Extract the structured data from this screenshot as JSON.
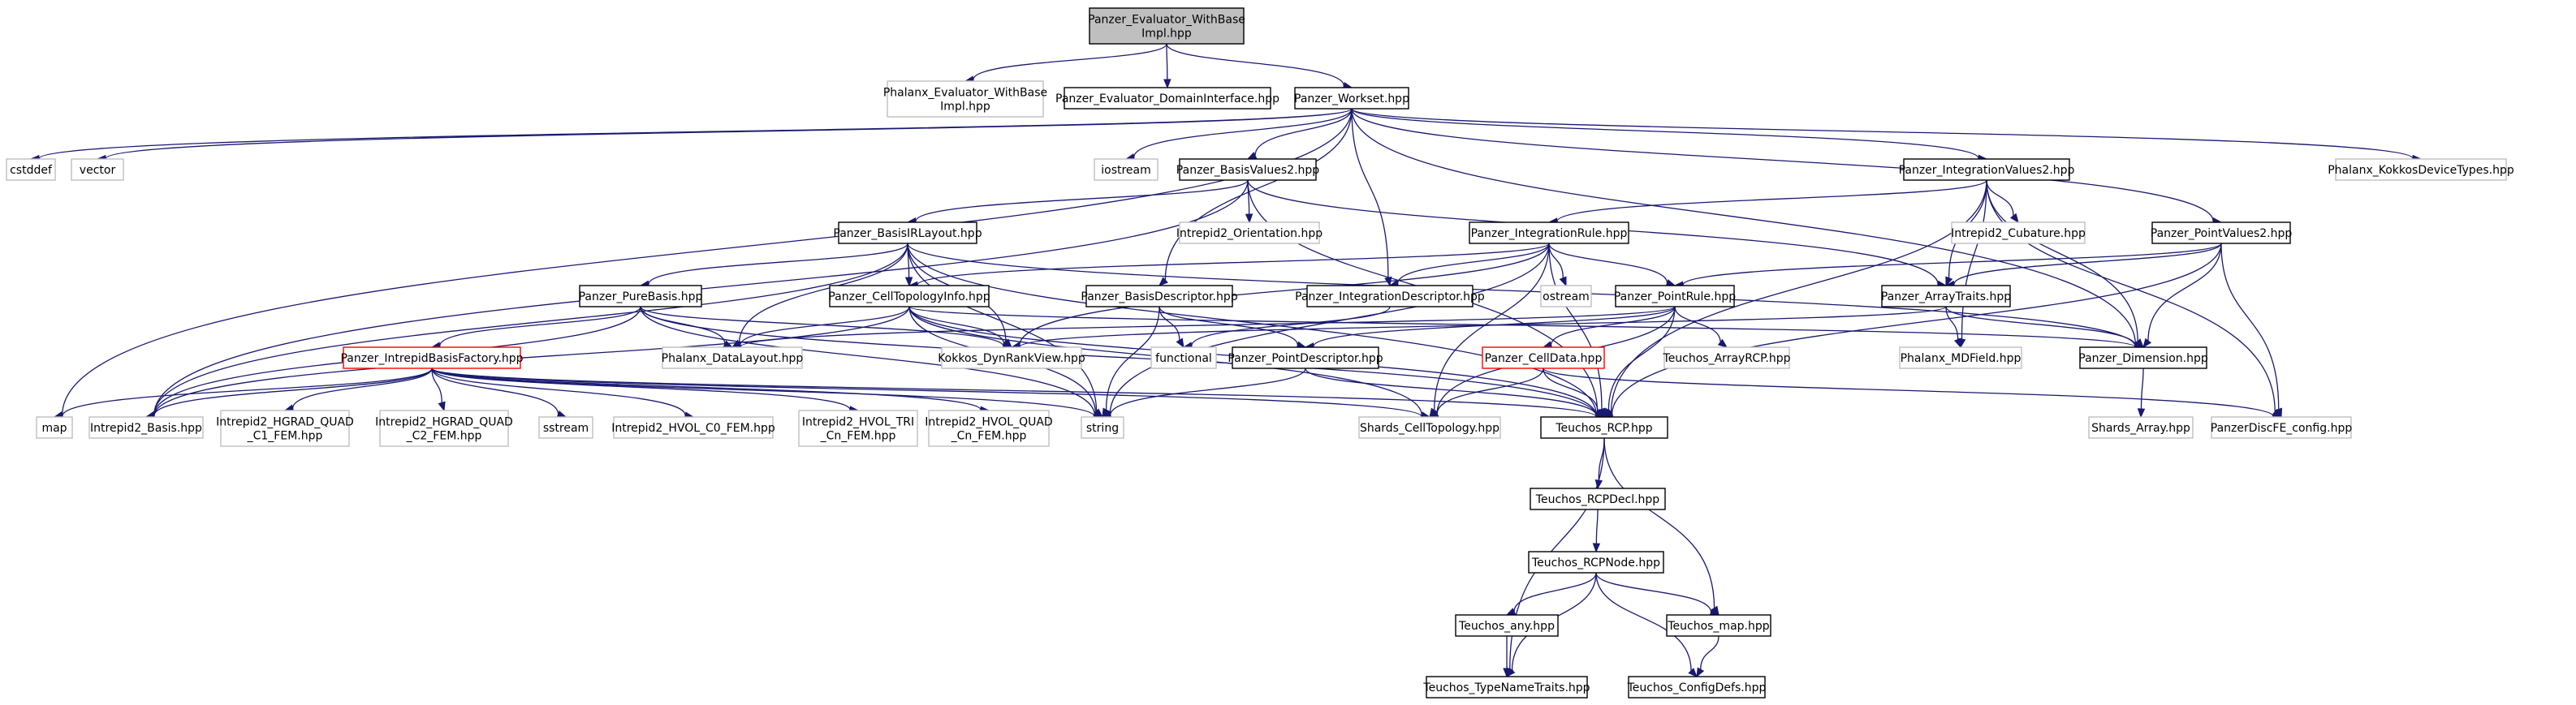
{
  "diagram": {
    "nodes": [
      {
        "id": "main",
        "kind": "main",
        "lines": [
          "Panzer_Evaluator_WithBase",
          "Impl.hpp"
        ]
      },
      {
        "id": "phal_eval",
        "kind": "sys",
        "lines": [
          "Phalanx_Evaluator_WithBase",
          "Impl.hpp"
        ]
      },
      {
        "id": "domif",
        "kind": "doc",
        "lines": [
          "Panzer_Evaluator_DomainInterface.hpp"
        ]
      },
      {
        "id": "workset",
        "kind": "doc",
        "lines": [
          "Panzer_Workset.hpp"
        ]
      },
      {
        "id": "cstddef",
        "kind": "sys",
        "lines": [
          "cstddef"
        ]
      },
      {
        "id": "vector",
        "kind": "sys",
        "lines": [
          "vector"
        ]
      },
      {
        "id": "iostream",
        "kind": "sys",
        "lines": [
          "iostream"
        ]
      },
      {
        "id": "basisvalues2",
        "kind": "doc",
        "lines": [
          "Panzer_BasisValues2.hpp"
        ]
      },
      {
        "id": "intvalues2",
        "kind": "doc",
        "lines": [
          "Panzer_IntegrationValues2.hpp"
        ]
      },
      {
        "id": "kokkosdevtypes",
        "kind": "sys",
        "lines": [
          "Phalanx_KokkosDeviceTypes.hpp"
        ]
      },
      {
        "id": "intrepid_orient",
        "kind": "sys",
        "lines": [
          "Intrepid2_Orientation.hpp"
        ]
      },
      {
        "id": "intrepid_cub",
        "kind": "sys",
        "lines": [
          "Intrepid2_Cubature.hpp"
        ]
      },
      {
        "id": "basisirlayout",
        "kind": "doc",
        "lines": [
          "Panzer_BasisIRLayout.hpp"
        ]
      },
      {
        "id": "introle",
        "kind": "doc",
        "lines": [
          "Panzer_IntegrationRule.hpp"
        ]
      },
      {
        "id": "pointvalues2",
        "kind": "doc",
        "lines": [
          "Panzer_PointValues2.hpp"
        ]
      },
      {
        "id": "purebasis",
        "kind": "doc",
        "lines": [
          "Panzer_PureBasis.hpp"
        ]
      },
      {
        "id": "celltopo",
        "kind": "doc",
        "lines": [
          "Panzer_CellTopologyInfo.hpp"
        ]
      },
      {
        "id": "basisdesc",
        "kind": "doc",
        "lines": [
          "Panzer_BasisDescriptor.hpp"
        ]
      },
      {
        "id": "intdesc",
        "kind": "doc",
        "lines": [
          "Panzer_IntegrationDescriptor.hpp"
        ]
      },
      {
        "id": "ostream",
        "kind": "sys",
        "lines": [
          "ostream"
        ]
      },
      {
        "id": "pointrule",
        "kind": "doc",
        "lines": [
          "Panzer_PointRule.hpp"
        ]
      },
      {
        "id": "arraytraits",
        "kind": "doc",
        "lines": [
          "Panzer_ArrayTraits.hpp"
        ]
      },
      {
        "id": "factory",
        "kind": "trunc",
        "lines": [
          "Panzer_IntrepidBasisFactory.hpp"
        ]
      },
      {
        "id": "phal_layout",
        "kind": "sys",
        "lines": [
          "Phalanx_DataLayout.hpp"
        ]
      },
      {
        "id": "kokkos_dyn",
        "kind": "sys",
        "lines": [
          "Kokkos_DynRankView.hpp"
        ]
      },
      {
        "id": "functional",
        "kind": "sys",
        "lines": [
          "functional"
        ]
      },
      {
        "id": "pointdesc",
        "kind": "doc",
        "lines": [
          "Panzer_PointDescriptor.hpp"
        ]
      },
      {
        "id": "celldata",
        "kind": "trunc",
        "lines": [
          "Panzer_CellData.hpp"
        ]
      },
      {
        "id": "arrayrcp",
        "kind": "sys",
        "lines": [
          "Teuchos_ArrayRCP.hpp"
        ]
      },
      {
        "id": "mdfield",
        "kind": "sys",
        "lines": [
          "Phalanx_MDField.hpp"
        ]
      },
      {
        "id": "dimension",
        "kind": "doc",
        "lines": [
          "Panzer_Dimension.hpp"
        ]
      },
      {
        "id": "map",
        "kind": "sys",
        "lines": [
          "map"
        ]
      },
      {
        "id": "intrepid_basis",
        "kind": "sys",
        "lines": [
          "Intrepid2_Basis.hpp"
        ]
      },
      {
        "id": "hgrad_c1",
        "kind": "sys",
        "lines": [
          "Intrepid2_HGRAD_QUAD",
          "_C1_FEM.hpp"
        ]
      },
      {
        "id": "hgrad_c2",
        "kind": "sys",
        "lines": [
          "Intrepid2_HGRAD_QUAD",
          "_C2_FEM.hpp"
        ]
      },
      {
        "id": "sstream",
        "kind": "sys",
        "lines": [
          "sstream"
        ]
      },
      {
        "id": "hvol_c0",
        "kind": "sys",
        "lines": [
          "Intrepid2_HVOL_C0_FEM.hpp"
        ]
      },
      {
        "id": "hvol_tri",
        "kind": "sys",
        "lines": [
          "Intrepid2_HVOL_TRI",
          "_Cn_FEM.hpp"
        ]
      },
      {
        "id": "hvol_quad",
        "kind": "sys",
        "lines": [
          "Intrepid2_HVOL_QUAD",
          "_Cn_FEM.hpp"
        ]
      },
      {
        "id": "string",
        "kind": "sys",
        "lines": [
          "string"
        ]
      },
      {
        "id": "shards_topo",
        "kind": "sys",
        "lines": [
          "Shards_CellTopology.hpp"
        ]
      },
      {
        "id": "rcp",
        "kind": "doc",
        "lines": [
          "Teuchos_RCP.hpp"
        ]
      },
      {
        "id": "shards_array",
        "kind": "sys",
        "lines": [
          "Shards_Array.hpp"
        ]
      },
      {
        "id": "discfe",
        "kind": "sys",
        "lines": [
          "PanzerDiscFE_config.hpp"
        ]
      },
      {
        "id": "rcpdecl",
        "kind": "doc",
        "lines": [
          "Teuchos_RCPDecl.hpp"
        ]
      },
      {
        "id": "rcpnode",
        "kind": "doc",
        "lines": [
          "Teuchos_RCPNode.hpp"
        ]
      },
      {
        "id": "any",
        "kind": "doc",
        "lines": [
          "Teuchos_any.hpp"
        ]
      },
      {
        "id": "tmap",
        "kind": "doc",
        "lines": [
          "Teuchos_map.hpp"
        ]
      },
      {
        "id": "typenametraits",
        "kind": "doc",
        "lines": [
          "Teuchos_TypeNameTraits.hpp"
        ]
      },
      {
        "id": "configdefs",
        "kind": "doc",
        "lines": [
          "Teuchos_ConfigDefs.hpp"
        ]
      }
    ],
    "edges": [
      [
        "main",
        "phal_eval"
      ],
      [
        "main",
        "domif"
      ],
      [
        "main",
        "workset"
      ],
      [
        "workset",
        "cstddef"
      ],
      [
        "workset",
        "vector"
      ],
      [
        "workset",
        "iostream"
      ],
      [
        "workset",
        "basisvalues2"
      ],
      [
        "workset",
        "intvalues2"
      ],
      [
        "workset",
        "kokkosdevtypes"
      ],
      [
        "workset",
        "map"
      ],
      [
        "workset",
        "basisdesc"
      ],
      [
        "workset",
        "intdesc"
      ],
      [
        "workset",
        "pointvalues2"
      ],
      [
        "workset",
        "dimension"
      ],
      [
        "basisvalues2",
        "basisirlayout"
      ],
      [
        "basisvalues2",
        "intrepid_orient"
      ],
      [
        "basisvalues2",
        "arraytraits"
      ],
      [
        "basisvalues2",
        "intrepid_basis"
      ],
      [
        "basisvalues2",
        "rcp"
      ],
      [
        "intvalues2",
        "introle"
      ],
      [
        "intvalues2",
        "intrepid_cub"
      ],
      [
        "intvalues2",
        "arraytraits"
      ],
      [
        "intvalues2",
        "mdfield"
      ],
      [
        "intvalues2",
        "dimension"
      ],
      [
        "intvalues2",
        "rcp"
      ],
      [
        "intvalues2",
        "discfe"
      ],
      [
        "basisirlayout",
        "purebasis"
      ],
      [
        "basisirlayout",
        "celltopo"
      ],
      [
        "basisirlayout",
        "phal_layout"
      ],
      [
        "basisirlayout",
        "kokkos_dyn"
      ],
      [
        "basisirlayout",
        "string"
      ],
      [
        "basisirlayout",
        "rcp"
      ],
      [
        "basisirlayout",
        "intrepid_basis"
      ],
      [
        "basisirlayout",
        "dimension"
      ],
      [
        "introle",
        "pointrule"
      ],
      [
        "introle",
        "intdesc"
      ],
      [
        "introle",
        "ostream"
      ],
      [
        "introle",
        "celltopo"
      ],
      [
        "introle",
        "string"
      ],
      [
        "introle",
        "rcp"
      ],
      [
        "introle",
        "kokkos_dyn"
      ],
      [
        "introle",
        "shards_topo"
      ],
      [
        "pointvalues2",
        "pointrule"
      ],
      [
        "pointvalues2",
        "arraytraits"
      ],
      [
        "pointvalues2",
        "dimension"
      ],
      [
        "pointvalues2",
        "rcp"
      ],
      [
        "pointvalues2",
        "discfe"
      ],
      [
        "purebasis",
        "factory"
      ],
      [
        "purebasis",
        "phal_layout"
      ],
      [
        "purebasis",
        "kokkos_dyn"
      ],
      [
        "purebasis",
        "intrepid_basis"
      ],
      [
        "purebasis",
        "string"
      ],
      [
        "purebasis",
        "rcp"
      ],
      [
        "celltopo",
        "phal_layout"
      ],
      [
        "celltopo",
        "kokkos_dyn"
      ],
      [
        "celltopo",
        "shards_topo"
      ],
      [
        "celltopo",
        "rcp"
      ],
      [
        "celltopo",
        "string"
      ],
      [
        "celltopo",
        "dimension"
      ],
      [
        "celltopo",
        "intrepid_basis"
      ],
      [
        "basisdesc",
        "pointdesc"
      ],
      [
        "basisdesc",
        "functional"
      ],
      [
        "basisdesc",
        "string"
      ],
      [
        "intdesc",
        "functional"
      ],
      [
        "pointrule",
        "pointdesc"
      ],
      [
        "pointrule",
        "celldata"
      ],
      [
        "pointrule",
        "arrayrcp"
      ],
      [
        "pointrule",
        "phal_layout"
      ],
      [
        "pointrule",
        "shards_topo"
      ],
      [
        "pointrule",
        "rcp"
      ],
      [
        "arraytraits",
        "mdfield"
      ],
      [
        "arraytraits",
        "dimension"
      ],
      [
        "arraytraits",
        "kokkos_dyn"
      ],
      [
        "factory",
        "map"
      ],
      [
        "factory",
        "intrepid_basis"
      ],
      [
        "factory",
        "hgrad_c1"
      ],
      [
        "factory",
        "hgrad_c2"
      ],
      [
        "factory",
        "sstream"
      ],
      [
        "factory",
        "hvol_c0"
      ],
      [
        "factory",
        "hvol_tri"
      ],
      [
        "factory",
        "hvol_quad"
      ],
      [
        "factory",
        "string"
      ],
      [
        "factory",
        "rcp"
      ],
      [
        "factory",
        "shards_topo"
      ],
      [
        "pointdesc",
        "string"
      ],
      [
        "pointdesc",
        "rcp"
      ],
      [
        "celldata",
        "shards_topo"
      ],
      [
        "celldata",
        "rcp"
      ],
      [
        "celldata",
        "discfe"
      ],
      [
        "dimension",
        "shards_array"
      ],
      [
        "rcp",
        "rcpdecl"
      ],
      [
        "rcp",
        "typenametraits"
      ],
      [
        "rcp",
        "tmap"
      ],
      [
        "rcpdecl",
        "rcpnode"
      ],
      [
        "rcpnode",
        "any"
      ],
      [
        "rcpnode",
        "tmap"
      ],
      [
        "rcpnode",
        "typenametraits"
      ],
      [
        "rcpnode",
        "configdefs"
      ],
      [
        "any",
        "typenametraits"
      ],
      [
        "tmap",
        "configdefs"
      ]
    ]
  }
}
